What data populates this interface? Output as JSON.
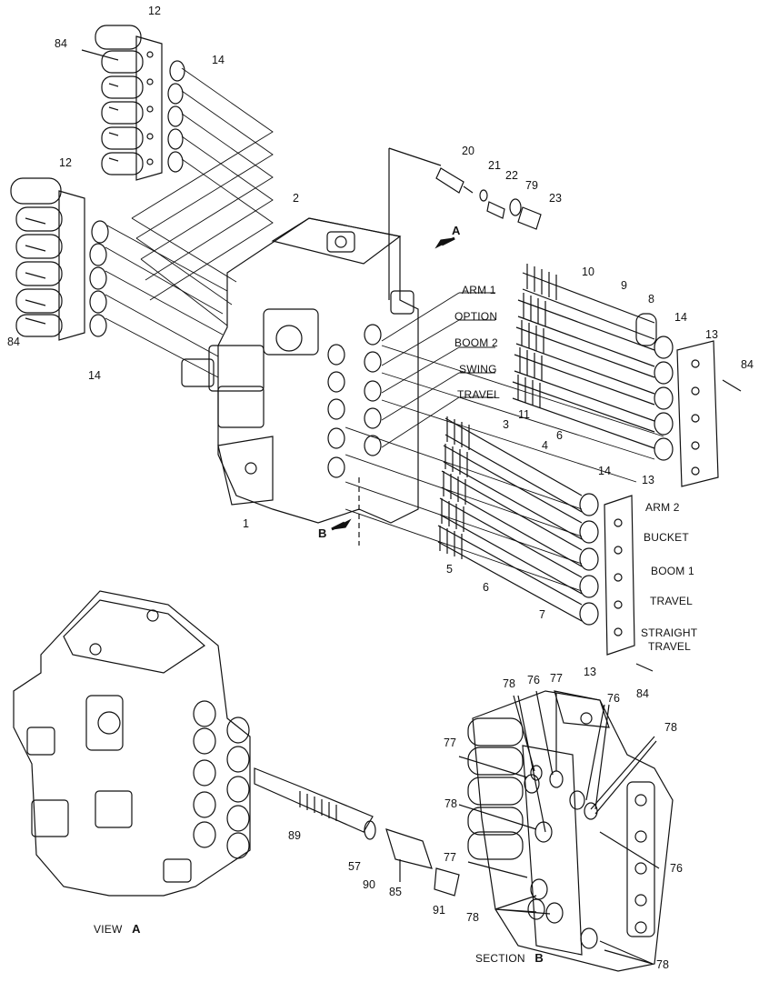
{
  "labels": {
    "n12a": "12",
    "n84a": "84",
    "n14a": "14",
    "n12b": "12",
    "n84b": "84",
    "n14b": "14",
    "n2": "2",
    "n1": "1",
    "n20": "20",
    "n21": "21",
    "n22": "22",
    "n79": "79",
    "n23": "23",
    "viewA_arrow": "A",
    "viewB_arrow": "B",
    "n10": "10",
    "n9": "9",
    "n8": "8",
    "n14c": "14",
    "n13a": "13",
    "n84c": "84",
    "n11": "11",
    "n6a": "6",
    "n3": "3",
    "n4": "4",
    "n14d": "14",
    "n13b": "13",
    "n5": "5",
    "n6b": "6",
    "n7": "7",
    "n13c": "13",
    "n84d": "84",
    "n78a": "78",
    "n76a": "76",
    "n77a": "77",
    "n76b": "76",
    "n78b": "78",
    "n77b": "77",
    "n78c": "78",
    "n76c": "76",
    "n77c": "77",
    "n78d": "78",
    "n78e": "78",
    "n89": "89",
    "n57": "57",
    "n90": "90",
    "n85": "85",
    "n91": "91"
  },
  "sections": {
    "arm1": "ARM 1",
    "option": "OPTION",
    "boom2": "BOOM 2",
    "swing": "SWING",
    "travel_left": "TRAVEL",
    "arm2": "ARM 2",
    "bucket": "BUCKET",
    "boom1": "BOOM 1",
    "travel_right": "TRAVEL",
    "straight_travel_1": "STRAIGHT",
    "straight_travel_2": "TRAVEL"
  },
  "views": {
    "view_a_word": "VIEW",
    "view_a_letter": "A",
    "section_b_word": "SECTION",
    "section_b_letter": "B"
  }
}
